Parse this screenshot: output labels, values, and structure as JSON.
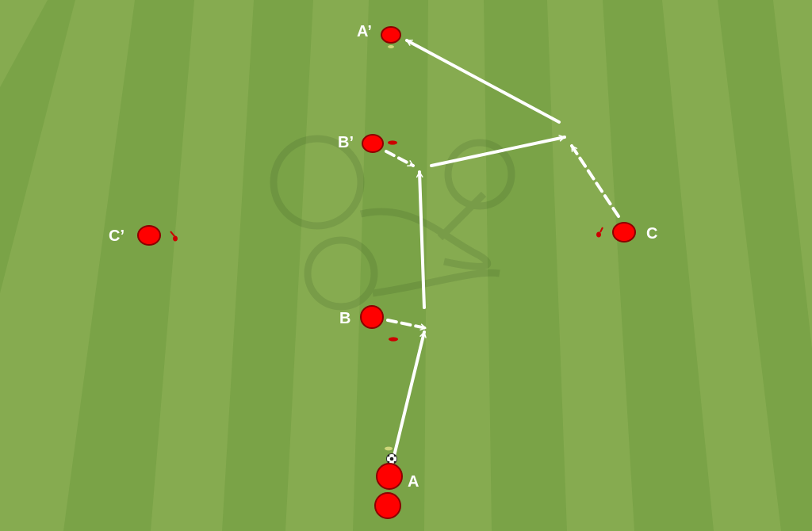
{
  "diagram": {
    "pitch_colors": {
      "light_stripe": "#8aae52",
      "dark_stripe": "#76a040",
      "line": "#ffffff",
      "player_fill": "#ff0000",
      "player_stroke": "#8b0000"
    },
    "players": {
      "a_prime": "A’",
      "b_prime": "B’",
      "c_prime": "C’",
      "b": "B",
      "c": "C",
      "a": "A"
    },
    "icons": [
      "soccer-ball-icon",
      "watermark-logo-icon",
      "cone-marker-icon"
    ]
  }
}
